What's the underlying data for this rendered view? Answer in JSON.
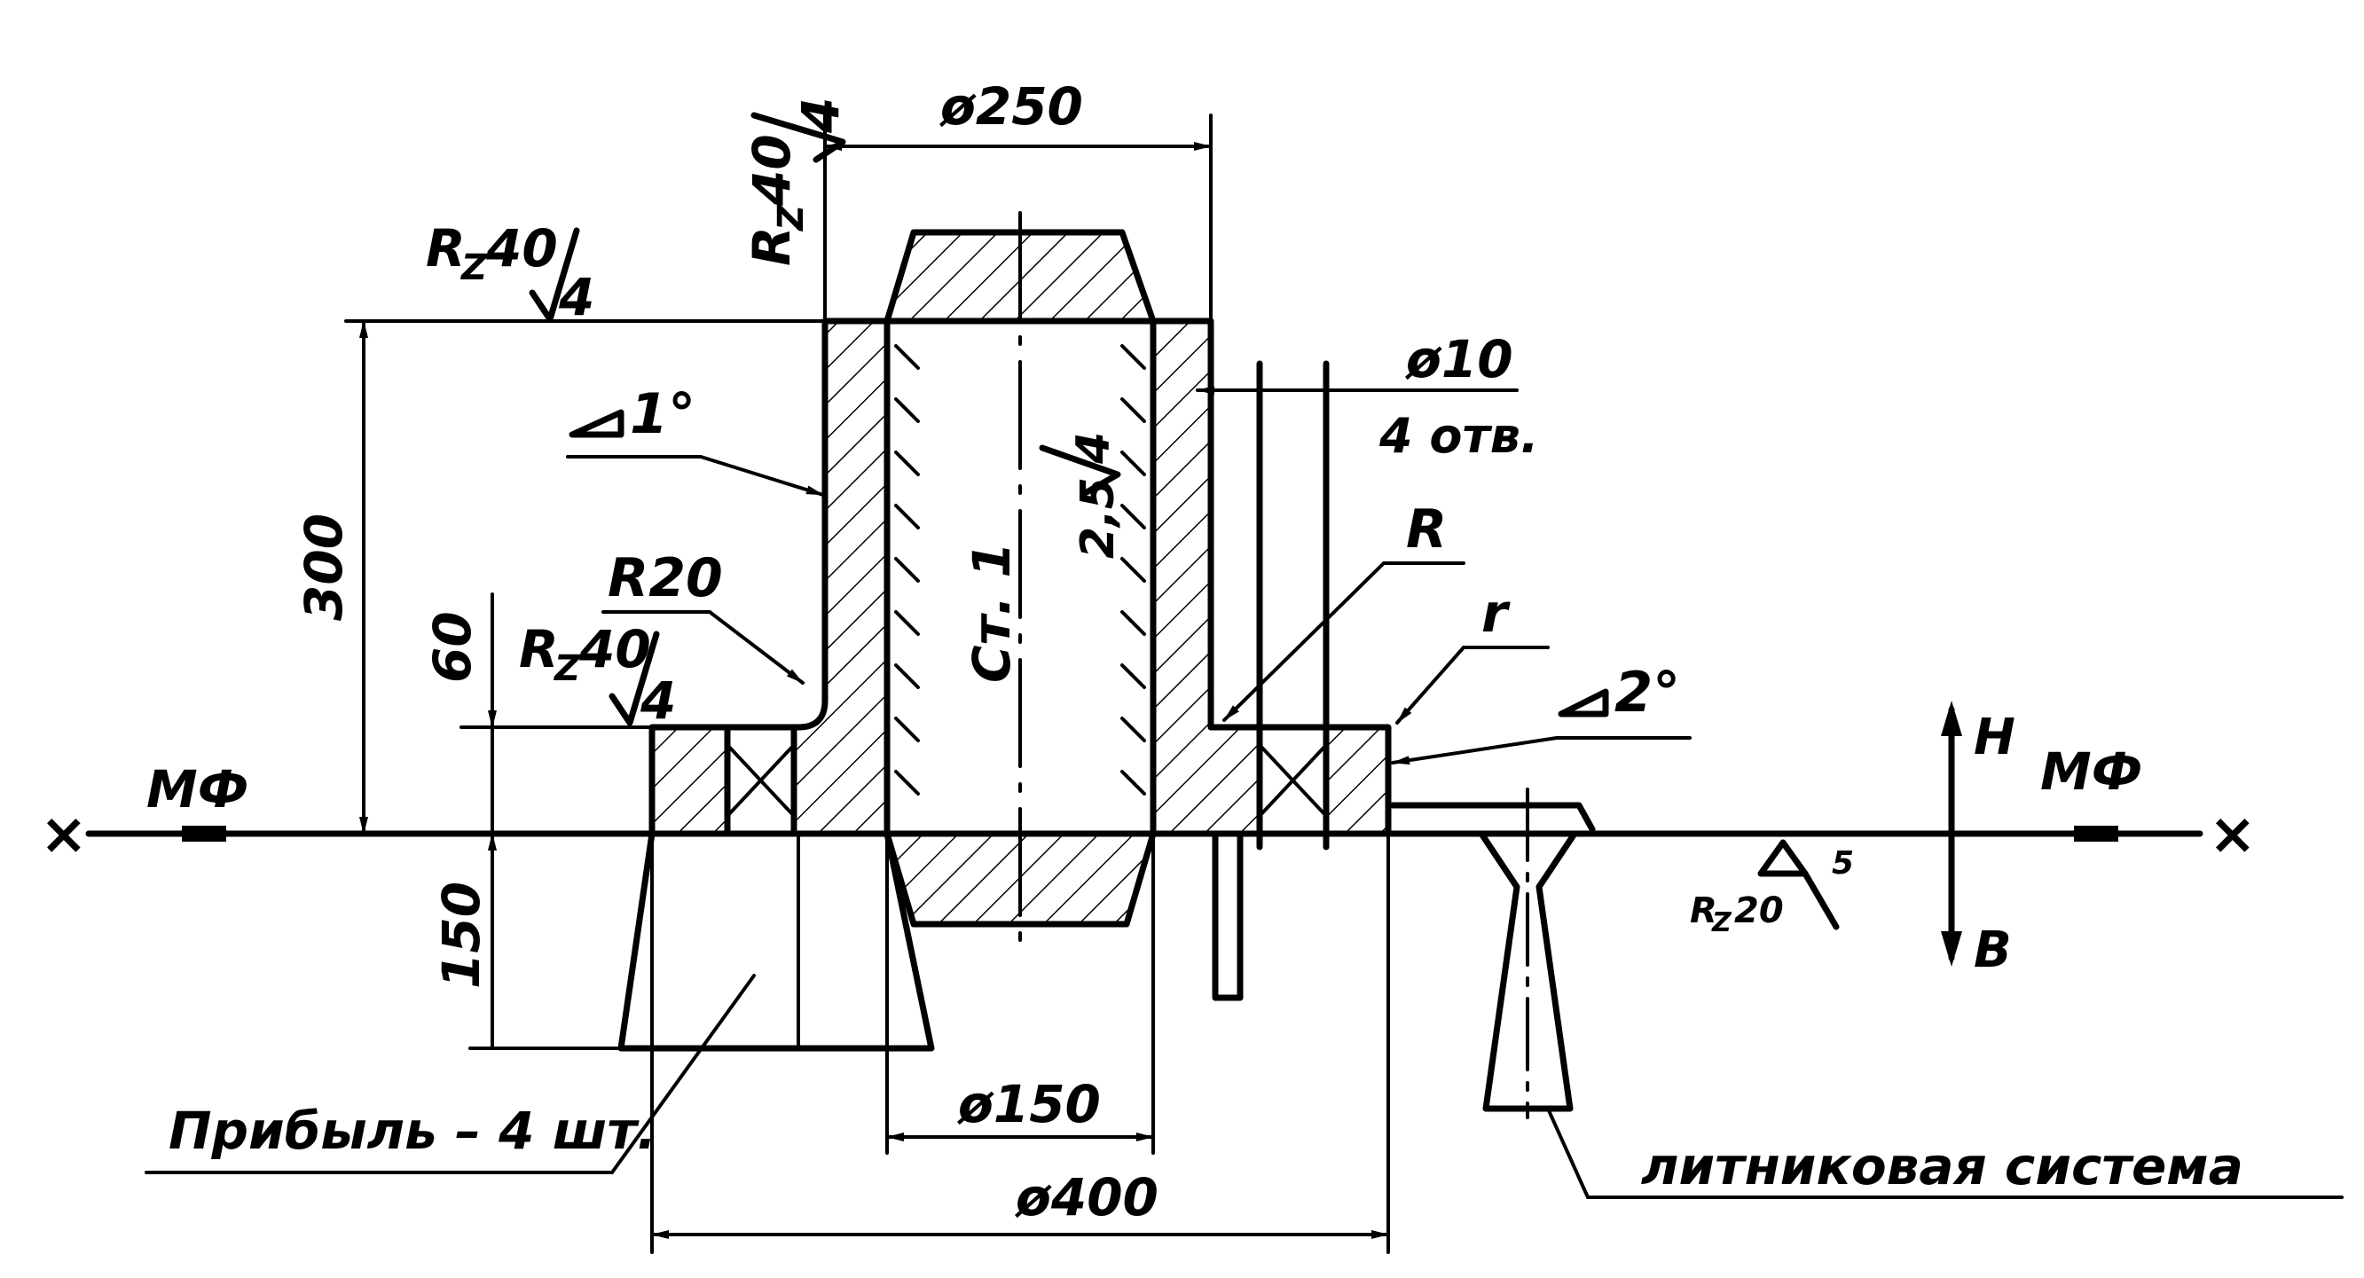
{
  "labels": {
    "d250": "ø250",
    "d10": "ø10",
    "holes": "4 отв.",
    "taper1": "1°",
    "taper2": "2°",
    "h300": "300",
    "h60": "60",
    "h150": "150",
    "r20": "R20",
    "r_big": "R",
    "r_small": "r",
    "material": "Ст. 1",
    "mf_left": "МФ",
    "mf_right": "МФ",
    "top": "Н",
    "bottom": "В",
    "d150": "ø150",
    "d400": "ø400",
    "risers": "Прибыль – 4 шт.",
    "gating": "литниковая   система",
    "axis_x_left": "×",
    "axis_x_right": "×"
  },
  "roughness": {
    "rz40_a_base": "R",
    "rz40_a_sub": "Z",
    "rz40_a_val": "40",
    "rz40_a_allow": "4",
    "rz40_b_base": "R",
    "rz40_b_sub": "Z",
    "rz40_b_val": "40",
    "rz40_b_allow": "4",
    "rz40_c_base": "R",
    "rz40_c_sub": "Z",
    "rz40_c_val": "40",
    "rz40_c_allow": "4",
    "ra_val": "2,5",
    "ra_allow": "4",
    "rz20_base": "R",
    "rz20_sub": "Z",
    "rz20_val": "20",
    "rz20_allow": "5"
  }
}
